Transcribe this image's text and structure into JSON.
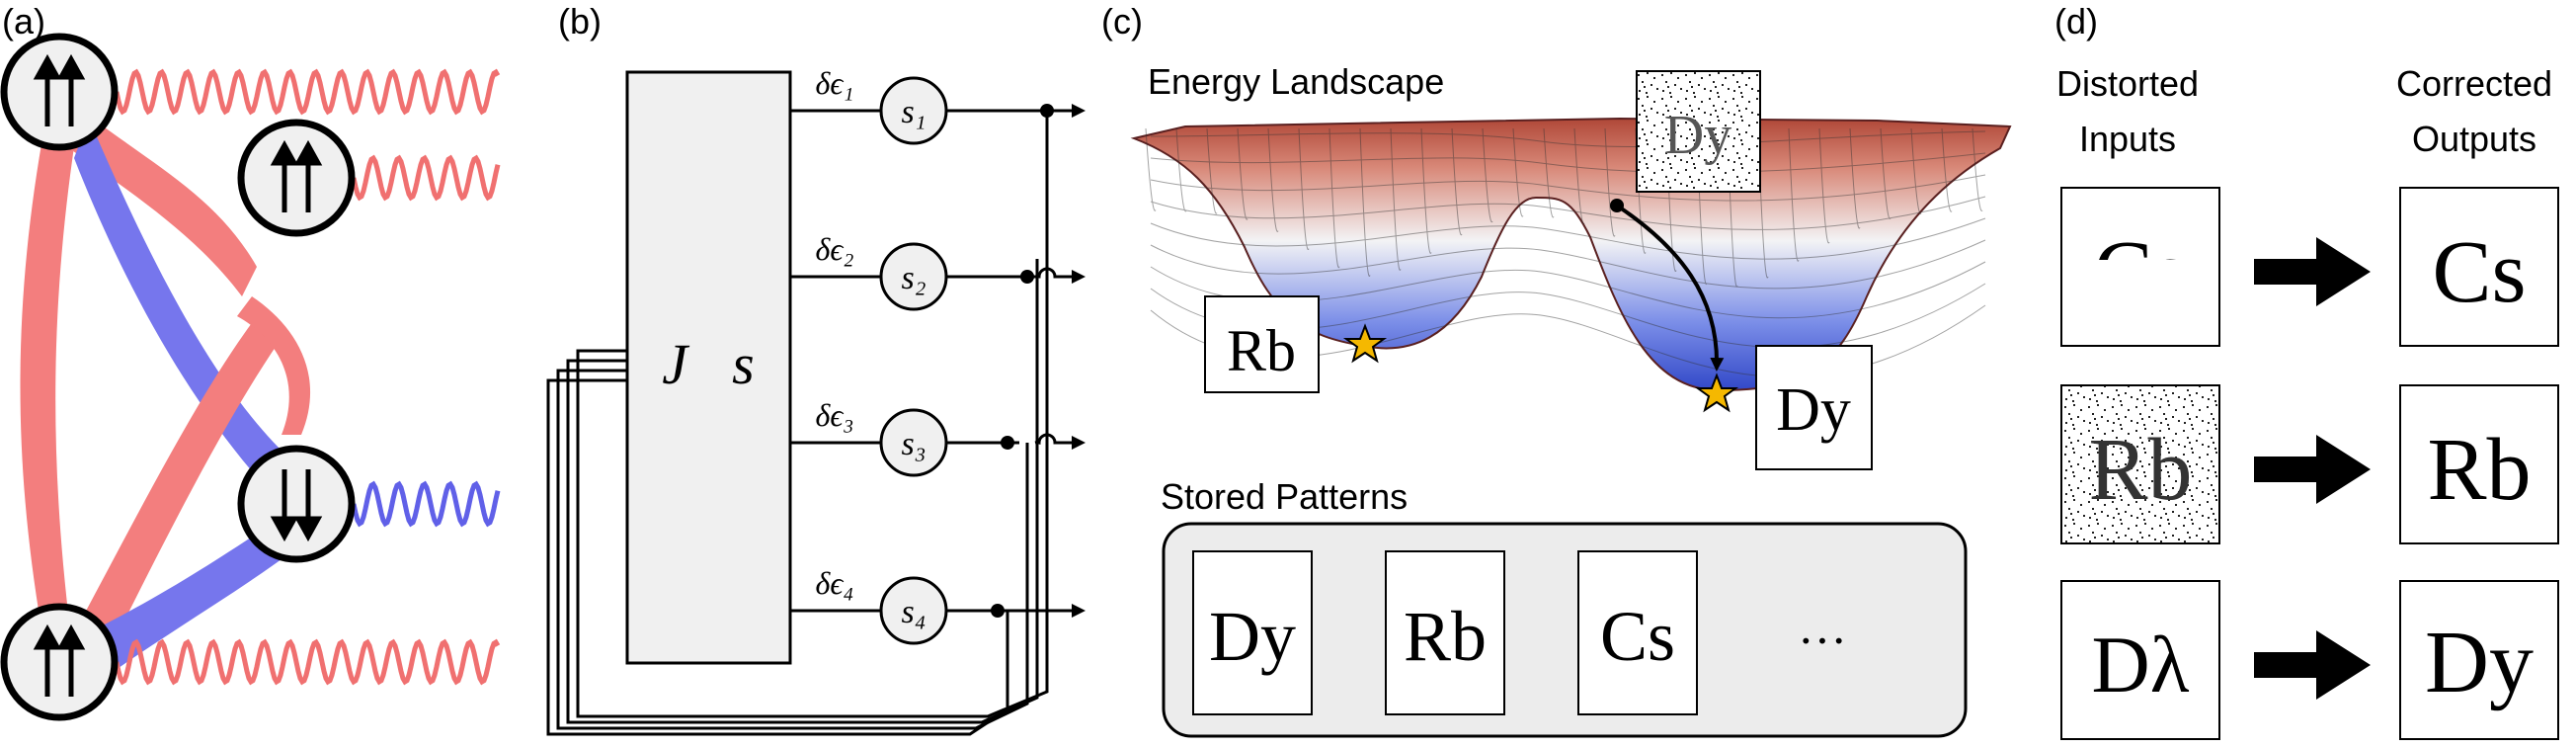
{
  "panels": {
    "a": {
      "label": "(a)"
    },
    "b": {
      "label": "(b)",
      "coupling_label": "J⃗s",
      "couplings": [
        "δϵ₁",
        "δϵ₂",
        "δϵ₃",
        "δϵ₄"
      ],
      "spins": [
        "s₁",
        "s₂",
        "s₃",
        "s₄"
      ]
    },
    "c": {
      "label": "(c)",
      "energy_title": "Energy Landscape",
      "noisy_label": "Dy",
      "minima_labels": [
        "Rb",
        "Dy"
      ],
      "stored_title": "Stored Patterns",
      "stored": [
        "Dy",
        "Rb",
        "Cs"
      ],
      "ellipsis": "···"
    },
    "d": {
      "label": "(d)",
      "inputs_title_1": "Distorted",
      "inputs_title_2": "Inputs",
      "outputs_title_1": "Corrected",
      "outputs_title_2": "Outputs",
      "inputs": [
        "Cs",
        "Rb",
        "Dλ"
      ],
      "outputs": [
        "Cs",
        "Rb",
        "Dy"
      ]
    }
  },
  "colors": {
    "red": "#f06060",
    "blue": "#5a5ae8",
    "node_fill": "#f0f0f0",
    "star": "#f5b800"
  }
}
